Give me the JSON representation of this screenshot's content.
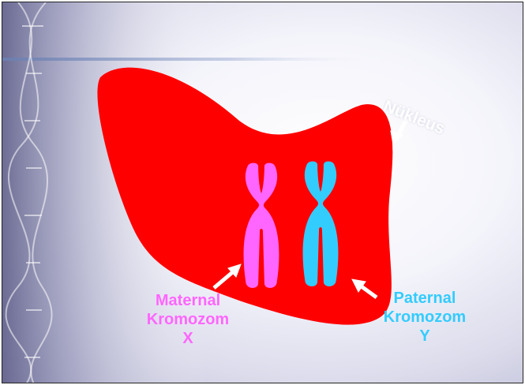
{
  "nucleus": {
    "label": "Nükleus",
    "color": "#ff0000"
  },
  "maternal": {
    "line1": "Maternal",
    "line2": "Kromozom",
    "line3": "X",
    "color": "#ff66ff"
  },
  "paternal": {
    "line1": "Paternal",
    "line2": "Kromozom",
    "line3": "Y",
    "color": "#33ccff"
  },
  "colors": {
    "arrow": "#ffffff",
    "background": "#f4f4fb"
  }
}
